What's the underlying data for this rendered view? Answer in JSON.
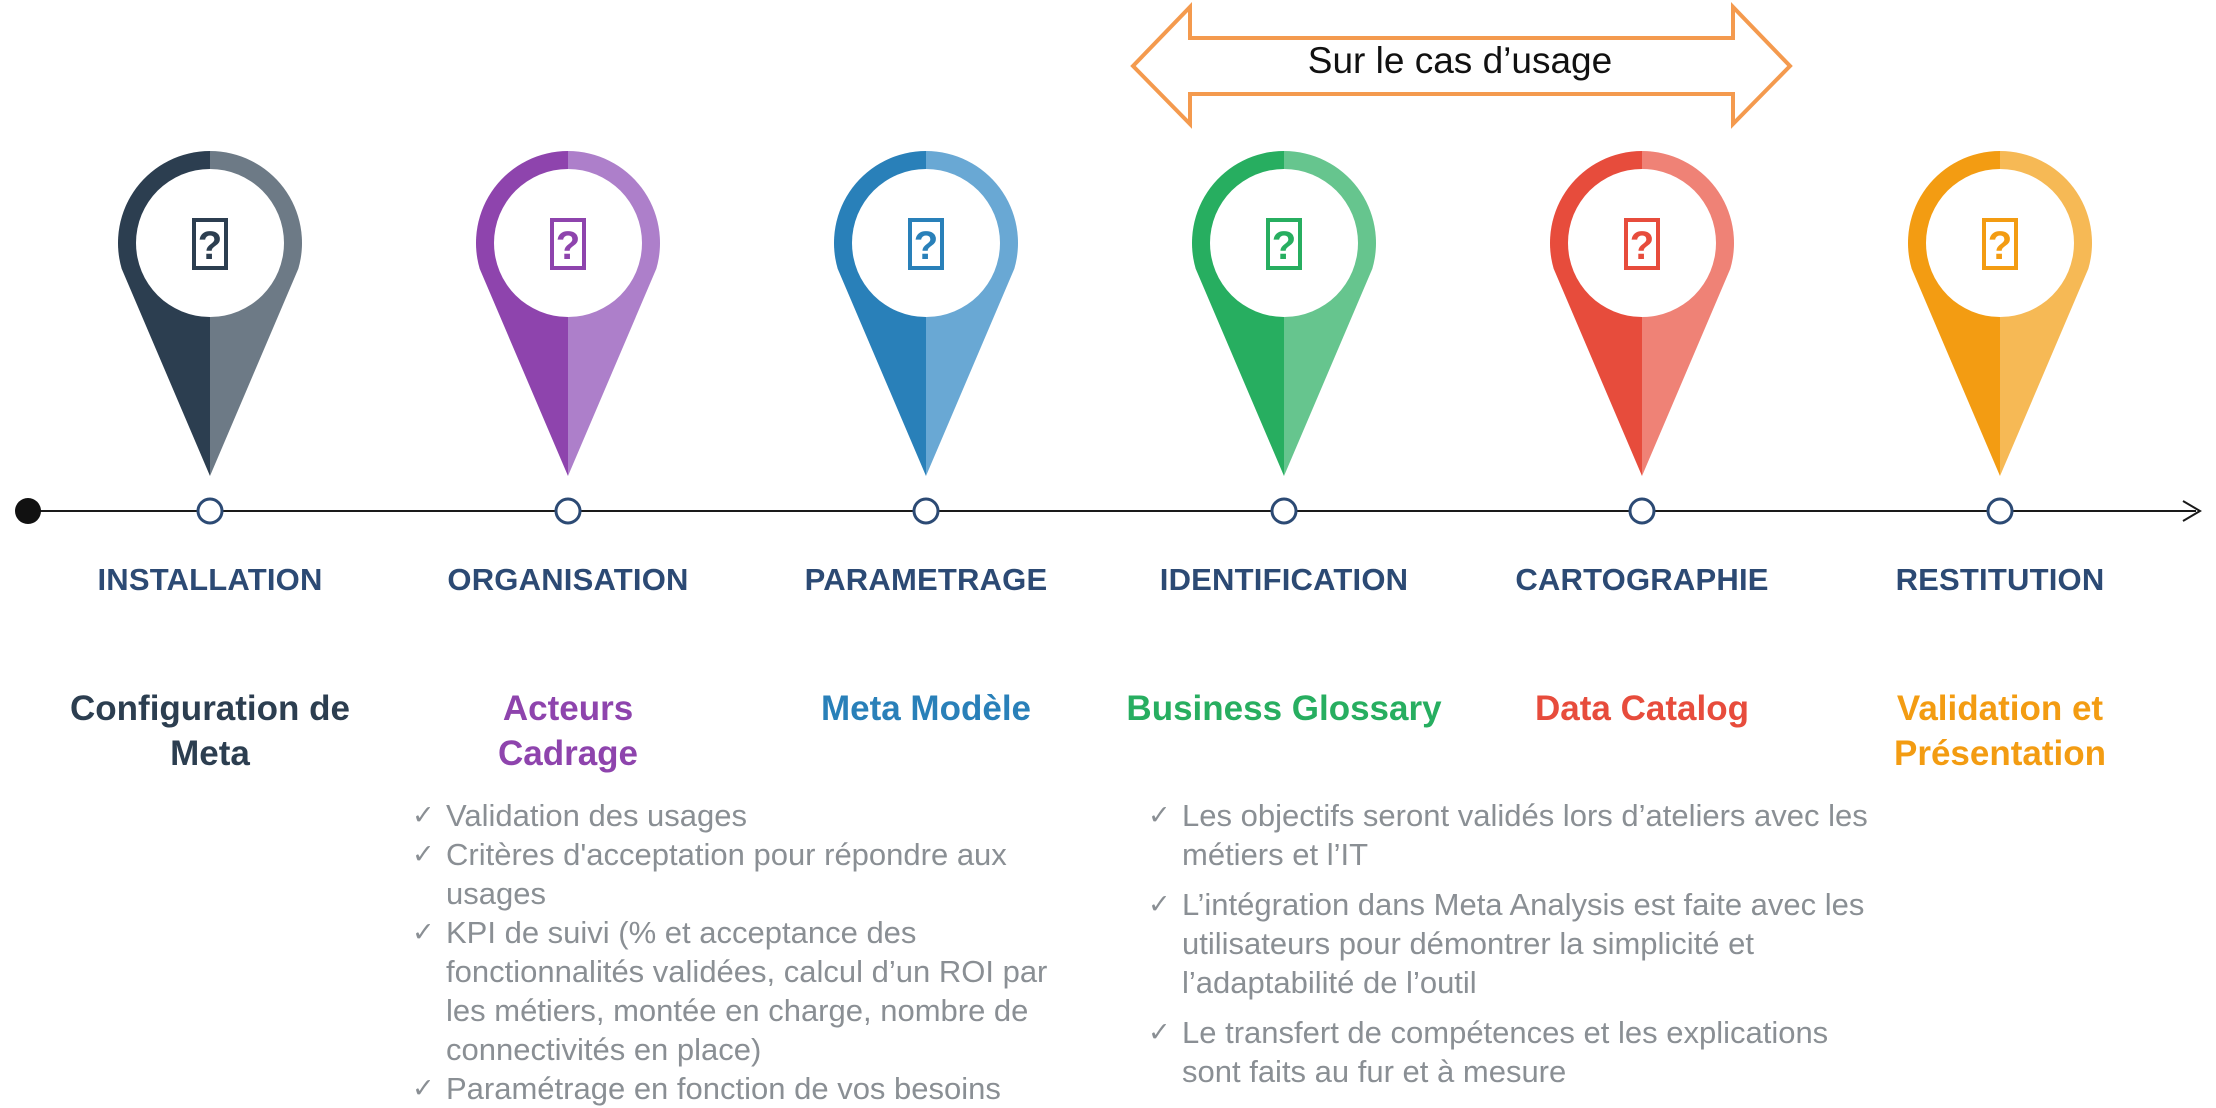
{
  "banner": {
    "label": "Sur le cas d’usage",
    "color": "#f49a4e"
  },
  "steps": [
    {
      "stage": "INSTALLATION",
      "title": "Configuration de Meta",
      "dark": "#2c3e50",
      "light": "#6d7a86",
      "title_color": "#2c3e50",
      "icon": "question-icon"
    },
    {
      "stage": "ORGANISATION",
      "title": "Acteurs Cadrage",
      "dark": "#8e44ad",
      "light": "#ad7fca",
      "title_color": "#8e44ad",
      "icon": "question-icon"
    },
    {
      "stage": "PARAMETRAGE",
      "title": "Meta Modèle",
      "dark": "#2980b9",
      "light": "#69a8d4",
      "title_color": "#2980b9",
      "icon": "question-icon"
    },
    {
      "stage": "IDENTIFICATION",
      "title": "Business Glossary",
      "dark": "#27ae60",
      "light": "#66c58e",
      "title_color": "#27ae60",
      "icon": "question-icon"
    },
    {
      "stage": "CARTOGRAPHIE",
      "title": "Data Catalog",
      "dark": "#e74c3c",
      "light": "#ef8276",
      "title_color": "#e74c3c",
      "icon": "question-icon"
    },
    {
      "stage": "RESTITUTION",
      "title": "Validation et Présentation",
      "dark": "#f39c12",
      "light": "#f6b955",
      "title_color": "#f39c12",
      "icon": "question-icon"
    }
  ],
  "stage_color": "#2c4a74",
  "checklist_left": [
    "Validation des usages",
    "Critères d'acceptation pour répondre aux usages",
    "KPI de suivi (% et acceptance des fonctionnalités validées, calcul d’un ROI par les métiers, montée en charge, nombre de connectivités en place)",
    "Paramétrage en fonction de vos besoins"
  ],
  "checklist_right": [
    "Les objectifs seront validés lors d’ateliers avec les métiers et l’IT",
    "L’intégration dans Meta Analysis est faite avec les utilisateurs pour démontrer la simplicité et l’adaptabilité de l’outil",
    "Le transfert de compétences et les explications sont faits au fur et à mesure"
  ]
}
